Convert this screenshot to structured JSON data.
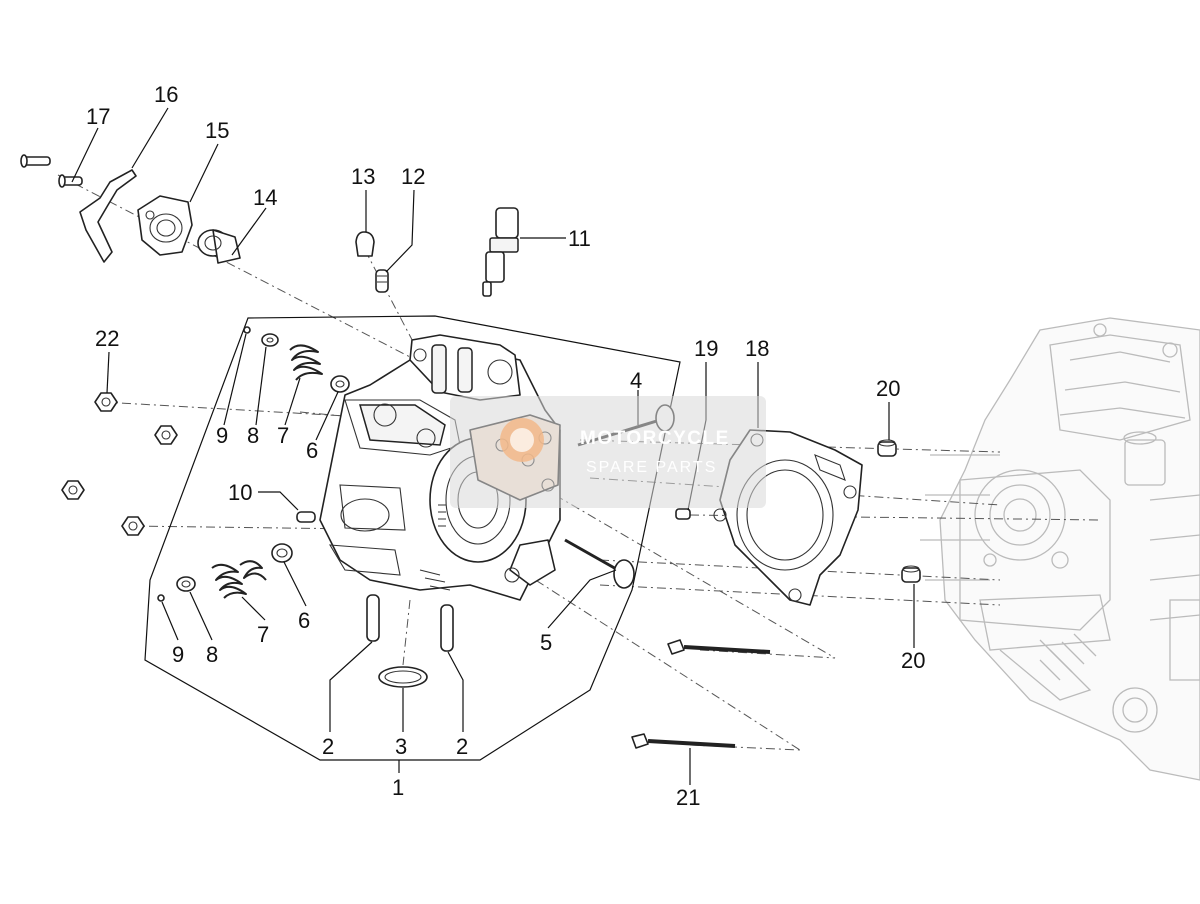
{
  "callouts": [
    {
      "id": "1",
      "text": "1"
    },
    {
      "id": "2a",
      "text": "2"
    },
    {
      "id": "2b",
      "text": "2"
    },
    {
      "id": "3",
      "text": "3"
    },
    {
      "id": "4",
      "text": "4"
    },
    {
      "id": "5",
      "text": "5"
    },
    {
      "id": "6a",
      "text": "6"
    },
    {
      "id": "6b",
      "text": "6"
    },
    {
      "id": "7a",
      "text": "7"
    },
    {
      "id": "7b",
      "text": "7"
    },
    {
      "id": "8a",
      "text": "8"
    },
    {
      "id": "8b",
      "text": "8"
    },
    {
      "id": "9a",
      "text": "9"
    },
    {
      "id": "9b",
      "text": "9"
    },
    {
      "id": "10",
      "text": "10"
    },
    {
      "id": "11",
      "text": "11"
    },
    {
      "id": "12",
      "text": "12"
    },
    {
      "id": "13",
      "text": "13"
    },
    {
      "id": "14",
      "text": "14"
    },
    {
      "id": "15",
      "text": "15"
    },
    {
      "id": "16",
      "text": "16"
    },
    {
      "id": "17",
      "text": "17"
    },
    {
      "id": "18",
      "text": "18"
    },
    {
      "id": "19",
      "text": "19"
    },
    {
      "id": "20a",
      "text": "20"
    },
    {
      "id": "20b",
      "text": "20"
    },
    {
      "id": "21",
      "text": "21"
    },
    {
      "id": "22",
      "text": "22"
    }
  ],
  "watermark": {
    "line1": "MOTORCYCLE",
    "line2": "SPARE PARTS",
    "accent_color": "#f2b98a"
  }
}
